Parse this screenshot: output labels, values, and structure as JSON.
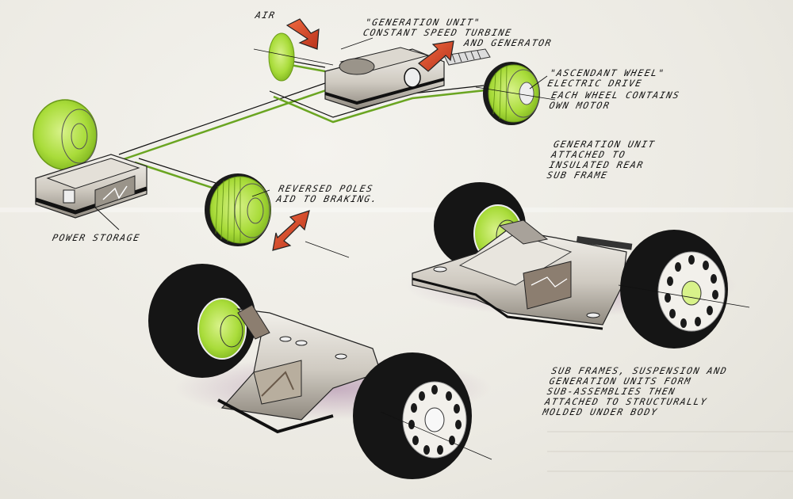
{
  "annotations": {
    "air": "AIR",
    "generation_unit_title": "\"GENERATION UNIT\"",
    "generation_unit_line2": "CONSTANT SPEED TURBINE",
    "generation_unit_line3": "AND GENERATOR",
    "ascendant_wheel_title": "\"ASCENDANT WHEEL\"",
    "ascendant_wheel_line2": "ELECTRIC DRIVE",
    "each_wheel_line1": "EACH WHEEL CONTAINS",
    "each_wheel_line2": "OWN MOTOR",
    "attached_line1": "GENERATION UNIT",
    "attached_line2": "ATTACHED TO",
    "attached_line3": "INSULATED REAR",
    "attached_line4": "SUB FRAME",
    "reversed_line1": "REVERSED POLES",
    "reversed_line2": "AID TO BRAKING.",
    "power_storage": "POWER STORAGE",
    "subframes_line1": "SUB FRAMES, SUSPENSION AND",
    "subframes_line2": "GENERATION UNITS FORM",
    "subframes_line3": "SUB-ASSEMBLIES THEN",
    "subframes_line4": "ATTACHED TO STRUCTURALLY",
    "subframes_line5": "MOLDED UNDER BODY"
  },
  "colors": {
    "paper": "#ecebe4",
    "wheel_green": "#a9dc3a",
    "arrow_red": "#d8472a",
    "tire_black": "#151515",
    "metal_grey": "#b9b4ab",
    "ink": "#111111"
  }
}
